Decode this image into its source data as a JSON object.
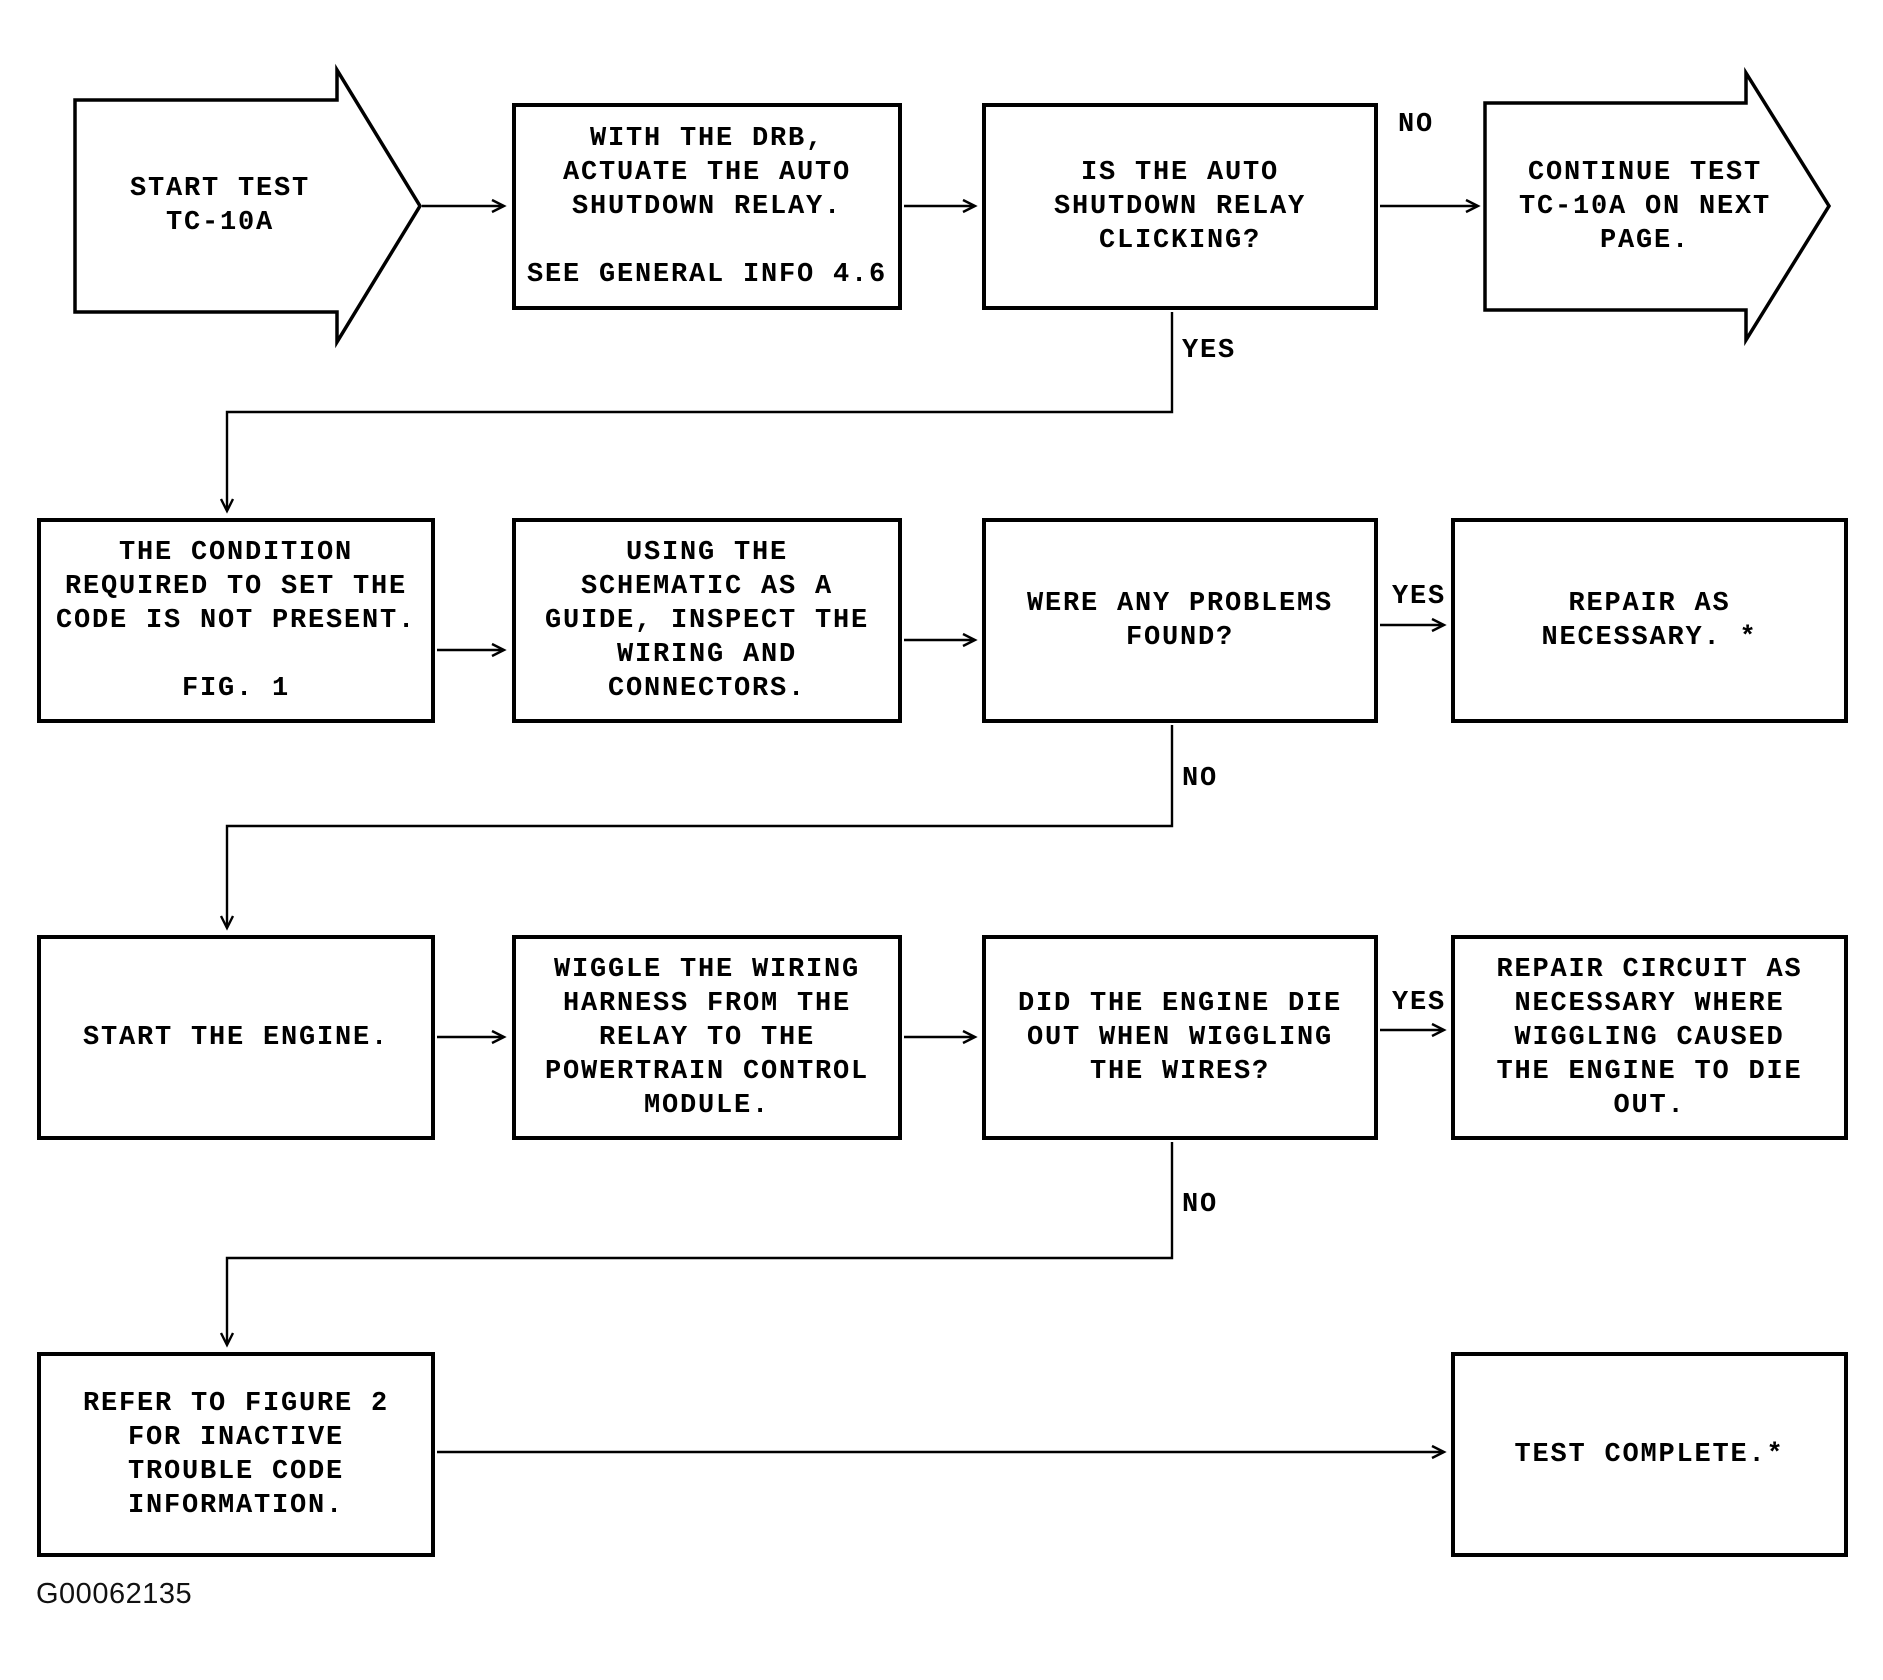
{
  "figure": {
    "id": "G00062135",
    "type": "flowchart",
    "nodes": {
      "start": {
        "shape": "offpage-arrow",
        "label": "START TEST\nTC-10A"
      },
      "actuate_relay": {
        "shape": "process",
        "label": "WITH THE DRB,\nACTUATE THE AUTO\nSHUTDOWN RELAY.\n\nSEE GENERAL INFO 4.6"
      },
      "relay_clicking": {
        "shape": "decision",
        "label": "IS THE AUTO\nSHUTDOWN RELAY\nCLICKING?"
      },
      "continue_next_page": {
        "shape": "offpage-arrow",
        "label": "CONTINUE TEST\nTC-10A ON NEXT\nPAGE."
      },
      "condition_not_present": {
        "shape": "process",
        "label": "THE CONDITION\nREQUIRED TO SET THE\nCODE IS NOT PRESENT.\n\nFIG. 1"
      },
      "inspect_wiring": {
        "shape": "process",
        "label": "USING THE\nSCHEMATIC AS A\nGUIDE, INSPECT THE\nWIRING AND\nCONNECTORS."
      },
      "problems_found": {
        "shape": "decision",
        "label": "WERE ANY PROBLEMS\nFOUND?"
      },
      "repair_as_necessary": {
        "shape": "process",
        "label": "REPAIR AS\nNECESSARY. *"
      },
      "start_engine": {
        "shape": "process",
        "label": "START THE ENGINE."
      },
      "wiggle_harness": {
        "shape": "process",
        "label": "WIGGLE THE WIRING\nHARNESS FROM THE\nRELAY TO THE\nPOWERTRAIN CONTROL\nMODULE."
      },
      "engine_die": {
        "shape": "decision",
        "label": "DID THE ENGINE DIE\nOUT WHEN WIGGLING\nTHE WIRES?"
      },
      "repair_circuit": {
        "shape": "process",
        "label": "REPAIR CIRCUIT AS\nNECESSARY WHERE\nWIGGLING CAUSED\nTHE ENGINE TO DIE\nOUT."
      },
      "refer_figure_2": {
        "shape": "process",
        "label": "REFER TO FIGURE 2\nFOR INACTIVE\nTROUBLE CODE\nINFORMATION."
      },
      "test_complete": {
        "shape": "process",
        "label": "TEST COMPLETE.*"
      }
    },
    "edge_labels": {
      "relay_clicking_no": "NO",
      "relay_clicking_yes": "YES",
      "problems_found_yes": "YES",
      "problems_found_no": "NO",
      "engine_die_yes": "YES",
      "engine_die_no": "NO"
    },
    "line_color": "#000000",
    "background_color": "#ffffff"
  }
}
